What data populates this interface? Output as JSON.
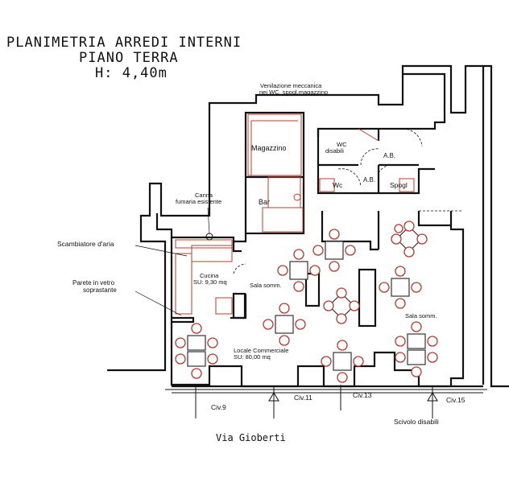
{
  "title": {
    "line1": "PLANIMETRIA ARREDI INTERNI",
    "line2": "PIANO TERRA",
    "line3": "H: 4,40m"
  },
  "labels": {
    "ventilation_1": "Venilazione meccanica",
    "ventilation_2": "nei WC, spogl.magazzino",
    "magazzino": "Magazzino",
    "wc_disabili_1": "WC",
    "wc_disabili_2": "disabili",
    "ab_1": "A.B.",
    "ab_2": "A.B.",
    "wc": "Wc",
    "spogl": "Spogl",
    "canna_1": "Canna",
    "canna_2": "fumaria esistente",
    "bar": "Bar",
    "scambiatore": "Scambiatore d'aria",
    "cucina_1": "Cucina",
    "cucina_2": "SU: 9,30 mq",
    "sala_somm_1": "Sala somm.",
    "sala_somm_2": "Sala somm.",
    "parete_1": "Parete in vetro",
    "parete_2": "soprastante",
    "locale_1": "Locale Commerciale",
    "locale_2": "SU: 80,00 mq",
    "civ9": "Civ.9",
    "civ11": "Civ.11",
    "civ13": "Civ.13",
    "civ15": "Civ.15",
    "scivolo": "Scivolo disabili",
    "street": "Via Gioberti"
  },
  "colors": {
    "walls": "#111111",
    "furniture": "#c0392b"
  }
}
